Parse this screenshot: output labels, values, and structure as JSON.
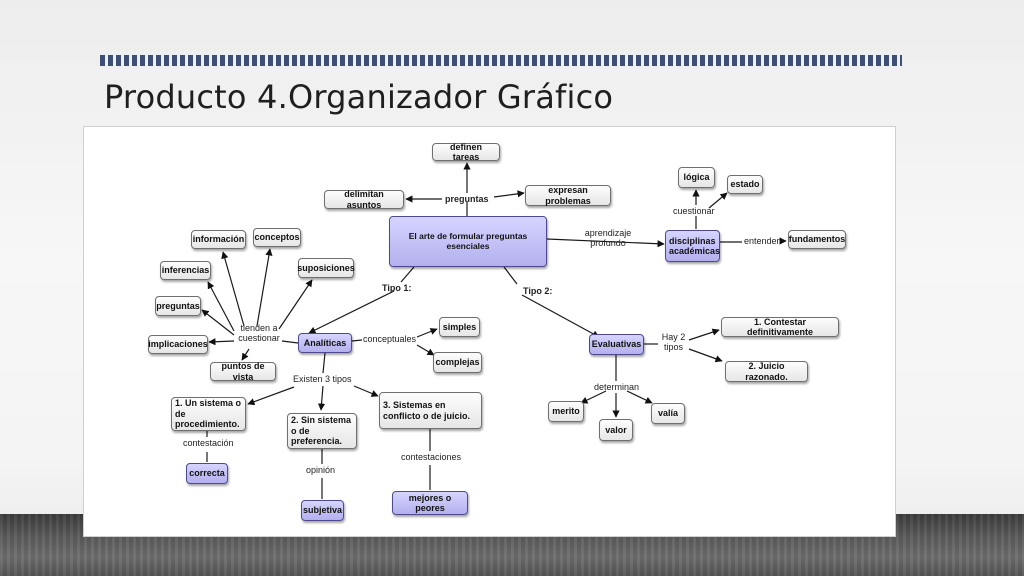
{
  "slide": {
    "title": "Producto 4.Organizador Gráfico"
  },
  "diagram": {
    "nodes": {
      "central": "El arte de formular preguntas esenciales",
      "definen_tareas": "definen tareas",
      "delimitan_asuntos": "delimitan asuntos",
      "expresan_problemas": "expresan problemas",
      "logica": "lógica",
      "estado": "estado",
      "disciplinas": "disciplinas académicas",
      "fundamentos": "fundamentos",
      "informacion": "información",
      "conceptos": "conceptos",
      "inferencias": "inferencias",
      "suposiciones": "suposiciones",
      "preguntas": "preguntas",
      "implicaciones": "implicaciones",
      "puntos_de_vista": "puntos de vista",
      "analiticas": "Analíticas",
      "simples": "simples",
      "complejas": "complejas",
      "sistema_procedimiento": "1. Un sistema o de procedimiento.",
      "sin_sistema": "2. Sin sistema o de preferencia.",
      "sistemas_conflicto": "3. Sistemas en conflicto o de juicio.",
      "correcta": "correcta",
      "subjetiva": "subjetiva",
      "mejores_peores": "mejores o peores",
      "evaluativas": "Evaluativas",
      "contestar": "1. Contestar definitivamente",
      "juicio": "2. Juicio razonado.",
      "merito": "merito",
      "valor": "valor",
      "valia": "valía"
    },
    "labels": {
      "preguntas": "preguntas",
      "cuestionar": "cuestionar",
      "aprendizaje": "aprendizaje profundo",
      "entender": "entender",
      "tipo1": "Tipo 1:",
      "tipo2": "Tipo 2:",
      "tienden": "tienden a cuestionar",
      "conceptuales": "conceptuales",
      "existen": "Existen 3 tipos",
      "contestacion": "contestación",
      "opinion": "opinión",
      "contestaciones": "contestaciones",
      "hay2tipos": "Hay 2 tipos",
      "determinan": "determinan"
    }
  }
}
